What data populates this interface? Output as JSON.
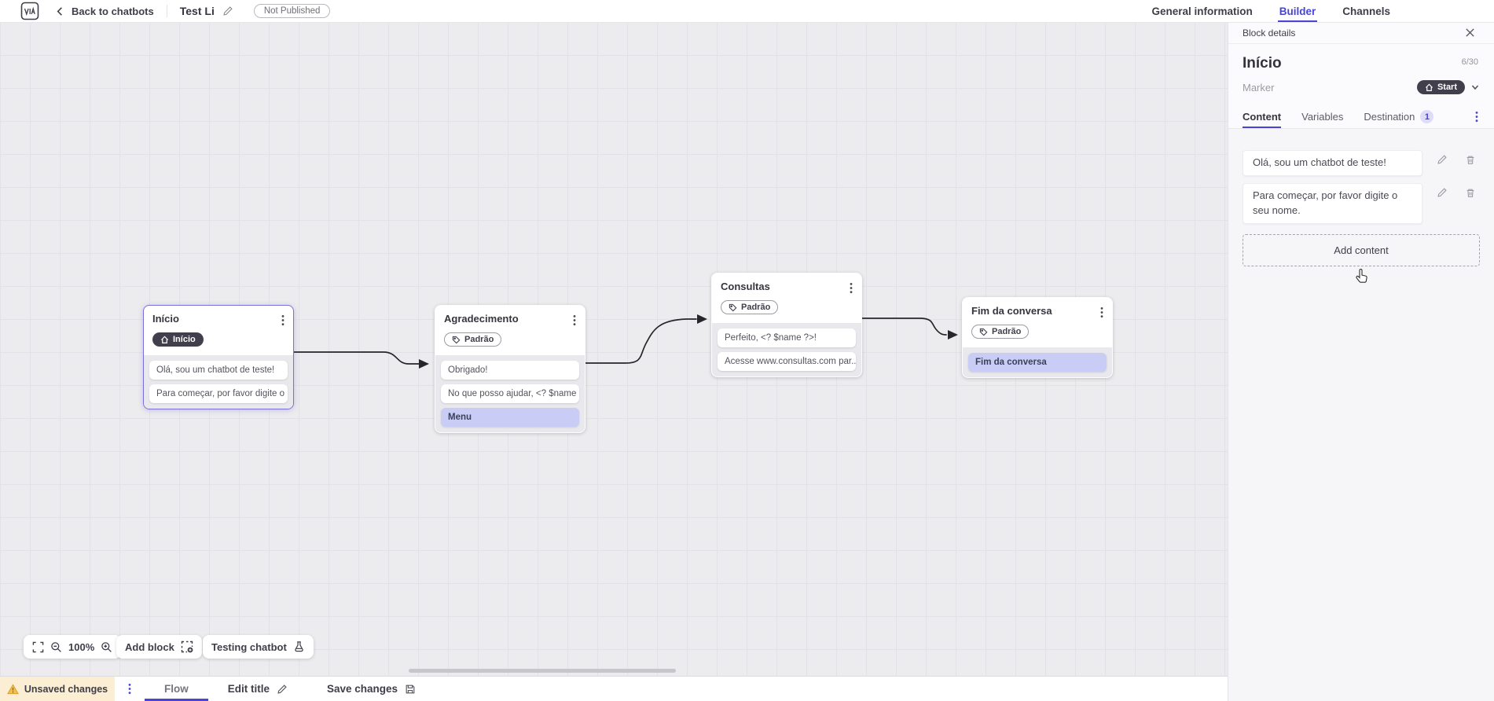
{
  "topbar": {
    "back_label": "Back to chatbots",
    "title": "Test Li",
    "status_badge": "Not Published",
    "tabs": [
      {
        "label": "General information"
      },
      {
        "label": "Builder",
        "active": true
      },
      {
        "label": "Channels"
      }
    ]
  },
  "panel": {
    "header": "Block details",
    "block_name": "Início",
    "name_counter": "6/30",
    "marker_label": "Marker",
    "marker_value": "Start",
    "tabs": [
      {
        "label": "Content",
        "active": true
      },
      {
        "label": "Variables"
      },
      {
        "label": "Destination",
        "badge": "1"
      }
    ],
    "contents": [
      {
        "text": "Olá, sou um chatbot de teste!"
      },
      {
        "text": "Para começar, por favor digite o seu nome."
      }
    ],
    "add_content_label": "Add content"
  },
  "canvas": {
    "zoom_level": "100%",
    "add_block_label": "Add block",
    "testing_label": "Testing chatbot",
    "blocks": [
      {
        "title": "Início",
        "badge": {
          "style": "dark",
          "label": "Início"
        },
        "items": [
          {
            "text": "Olá, sou um chatbot de teste!"
          },
          {
            "text": "Para começar, por favor digite o ..."
          }
        ]
      },
      {
        "title": "Agradecimento",
        "badge": {
          "style": "outline",
          "label": "Padrão"
        },
        "items": [
          {
            "text": "Obrigado!"
          },
          {
            "text": "No que posso ajudar, <? $name ..."
          },
          {
            "text": "Menu",
            "highlight": true
          }
        ]
      },
      {
        "title": "Consultas",
        "badge": {
          "style": "outline",
          "label": "Padrão"
        },
        "items": [
          {
            "text": "Perfeito, <? $name ?>!"
          },
          {
            "text": "Acesse www.consultas.com par..."
          }
        ]
      },
      {
        "title": "Fim da conversa",
        "badge": {
          "style": "outline",
          "label": "Padrão"
        },
        "items": [
          {
            "text": "Fim da conversa",
            "highlight": true
          }
        ]
      }
    ]
  },
  "bottombar": {
    "unsaved_label": "Unsaved changes",
    "flow_tab_label": "Flow",
    "edit_title_label": "Edit title",
    "save_label": "Save changes"
  },
  "colors": {
    "accent": "#4744d6",
    "dark_pill": "#413f4b",
    "highlight_item": "#c9ccf4",
    "canvas_bg": "#ececee",
    "unsaved_bg": "#fbeed2",
    "warning": "#f5c04c"
  },
  "icons": {
    "logo": "via-monogram",
    "back": "chevron-left",
    "edit": "pencil",
    "status": "pill-outline",
    "close": "x",
    "marker": "home",
    "expand": "chevron-down",
    "more": "kebab-dots",
    "category": "tag",
    "delete": "trash",
    "fit_view": "corner-brackets",
    "zoom_out": "magnifier-minus",
    "zoom_in": "magnifier-plus",
    "add_block": "dashed-square-plus",
    "testing": "flask",
    "warning": "triangle-exclamation",
    "save": "floppy-disk",
    "cursor": "hand-pointer"
  }
}
